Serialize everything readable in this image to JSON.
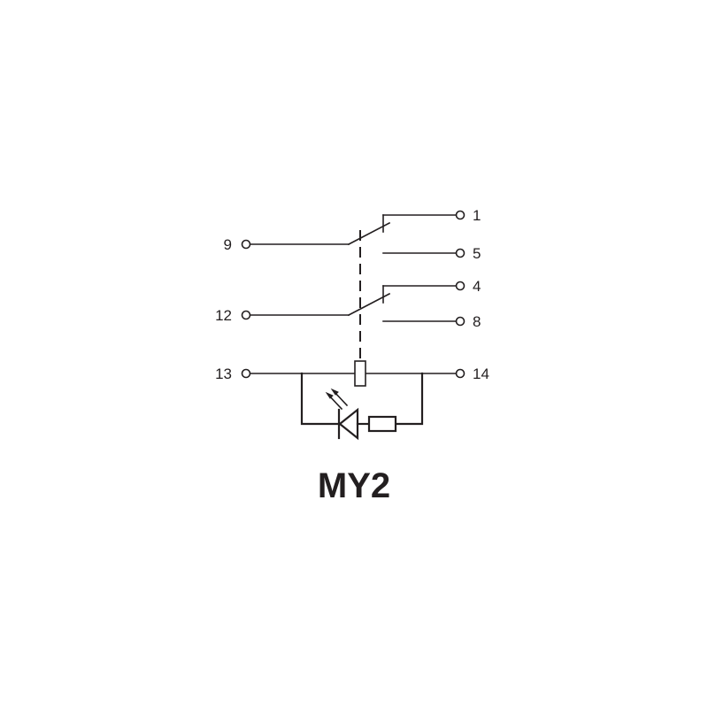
{
  "title": "MY2",
  "terminals": {
    "t1": "1",
    "t5": "5",
    "t4": "4",
    "t8": "8",
    "t9": "9",
    "t12": "12",
    "t13": "13",
    "t14": "14"
  },
  "colors": {
    "line": "#231f20",
    "background": "#ffffff"
  }
}
